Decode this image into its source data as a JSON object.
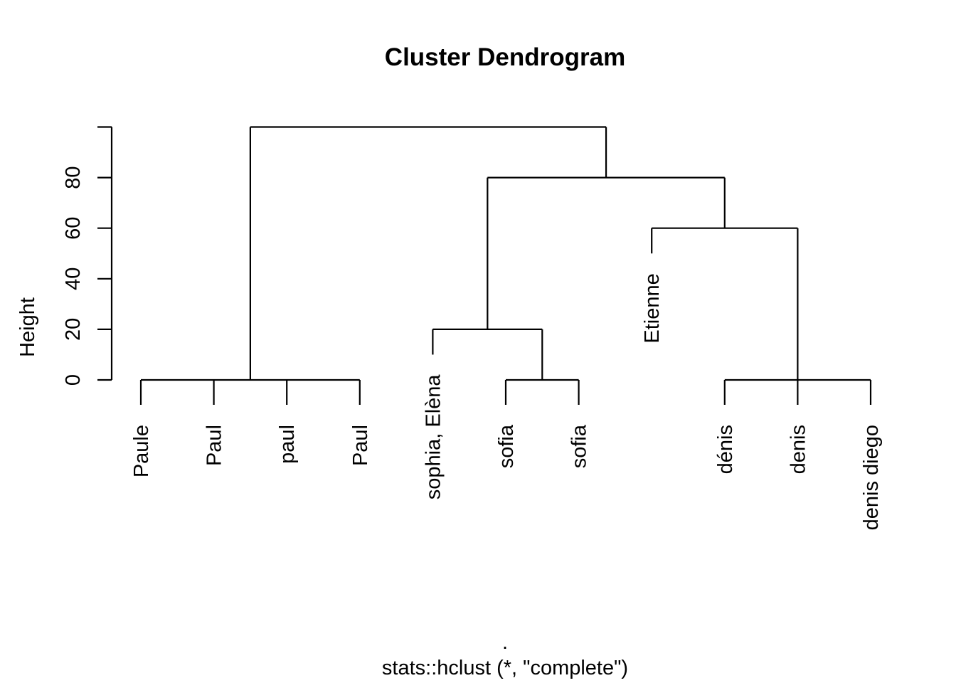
{
  "chart_data": {
    "type": "dendrogram",
    "title": "Cluster Dendrogram",
    "xlabel": ".",
    "sub": "stats::hclust (*, \"complete\")",
    "ylabel": "Height",
    "ylim": [
      0,
      100
    ],
    "yticks": [
      0,
      20,
      40,
      60,
      80
    ],
    "leaves": [
      "Paule",
      "Paul",
      "paul",
      "Paul",
      "sophia, Elèna",
      "sofia",
      "sofia",
      "Etienne",
      "dénis",
      "denis",
      "denis diego"
    ],
    "merges": [
      {
        "members": [
          0,
          1,
          2,
          3
        ],
        "height": 0
      },
      {
        "members": [
          5,
          6
        ],
        "height": 0
      },
      {
        "members": [
          8,
          9,
          10
        ],
        "height": 0
      },
      {
        "members": [
          "leaf:4",
          "merge:1"
        ],
        "height": 20
      },
      {
        "members": [
          "leaf:7",
          "merge:2"
        ],
        "height": 60
      },
      {
        "members": [
          "merge:3",
          "merge:4"
        ],
        "height": 80
      },
      {
        "members": [
          "merge:0",
          "merge:5"
        ],
        "height": 100
      }
    ],
    "leaf_heights": {
      "4": 10,
      "7": 50
    }
  }
}
